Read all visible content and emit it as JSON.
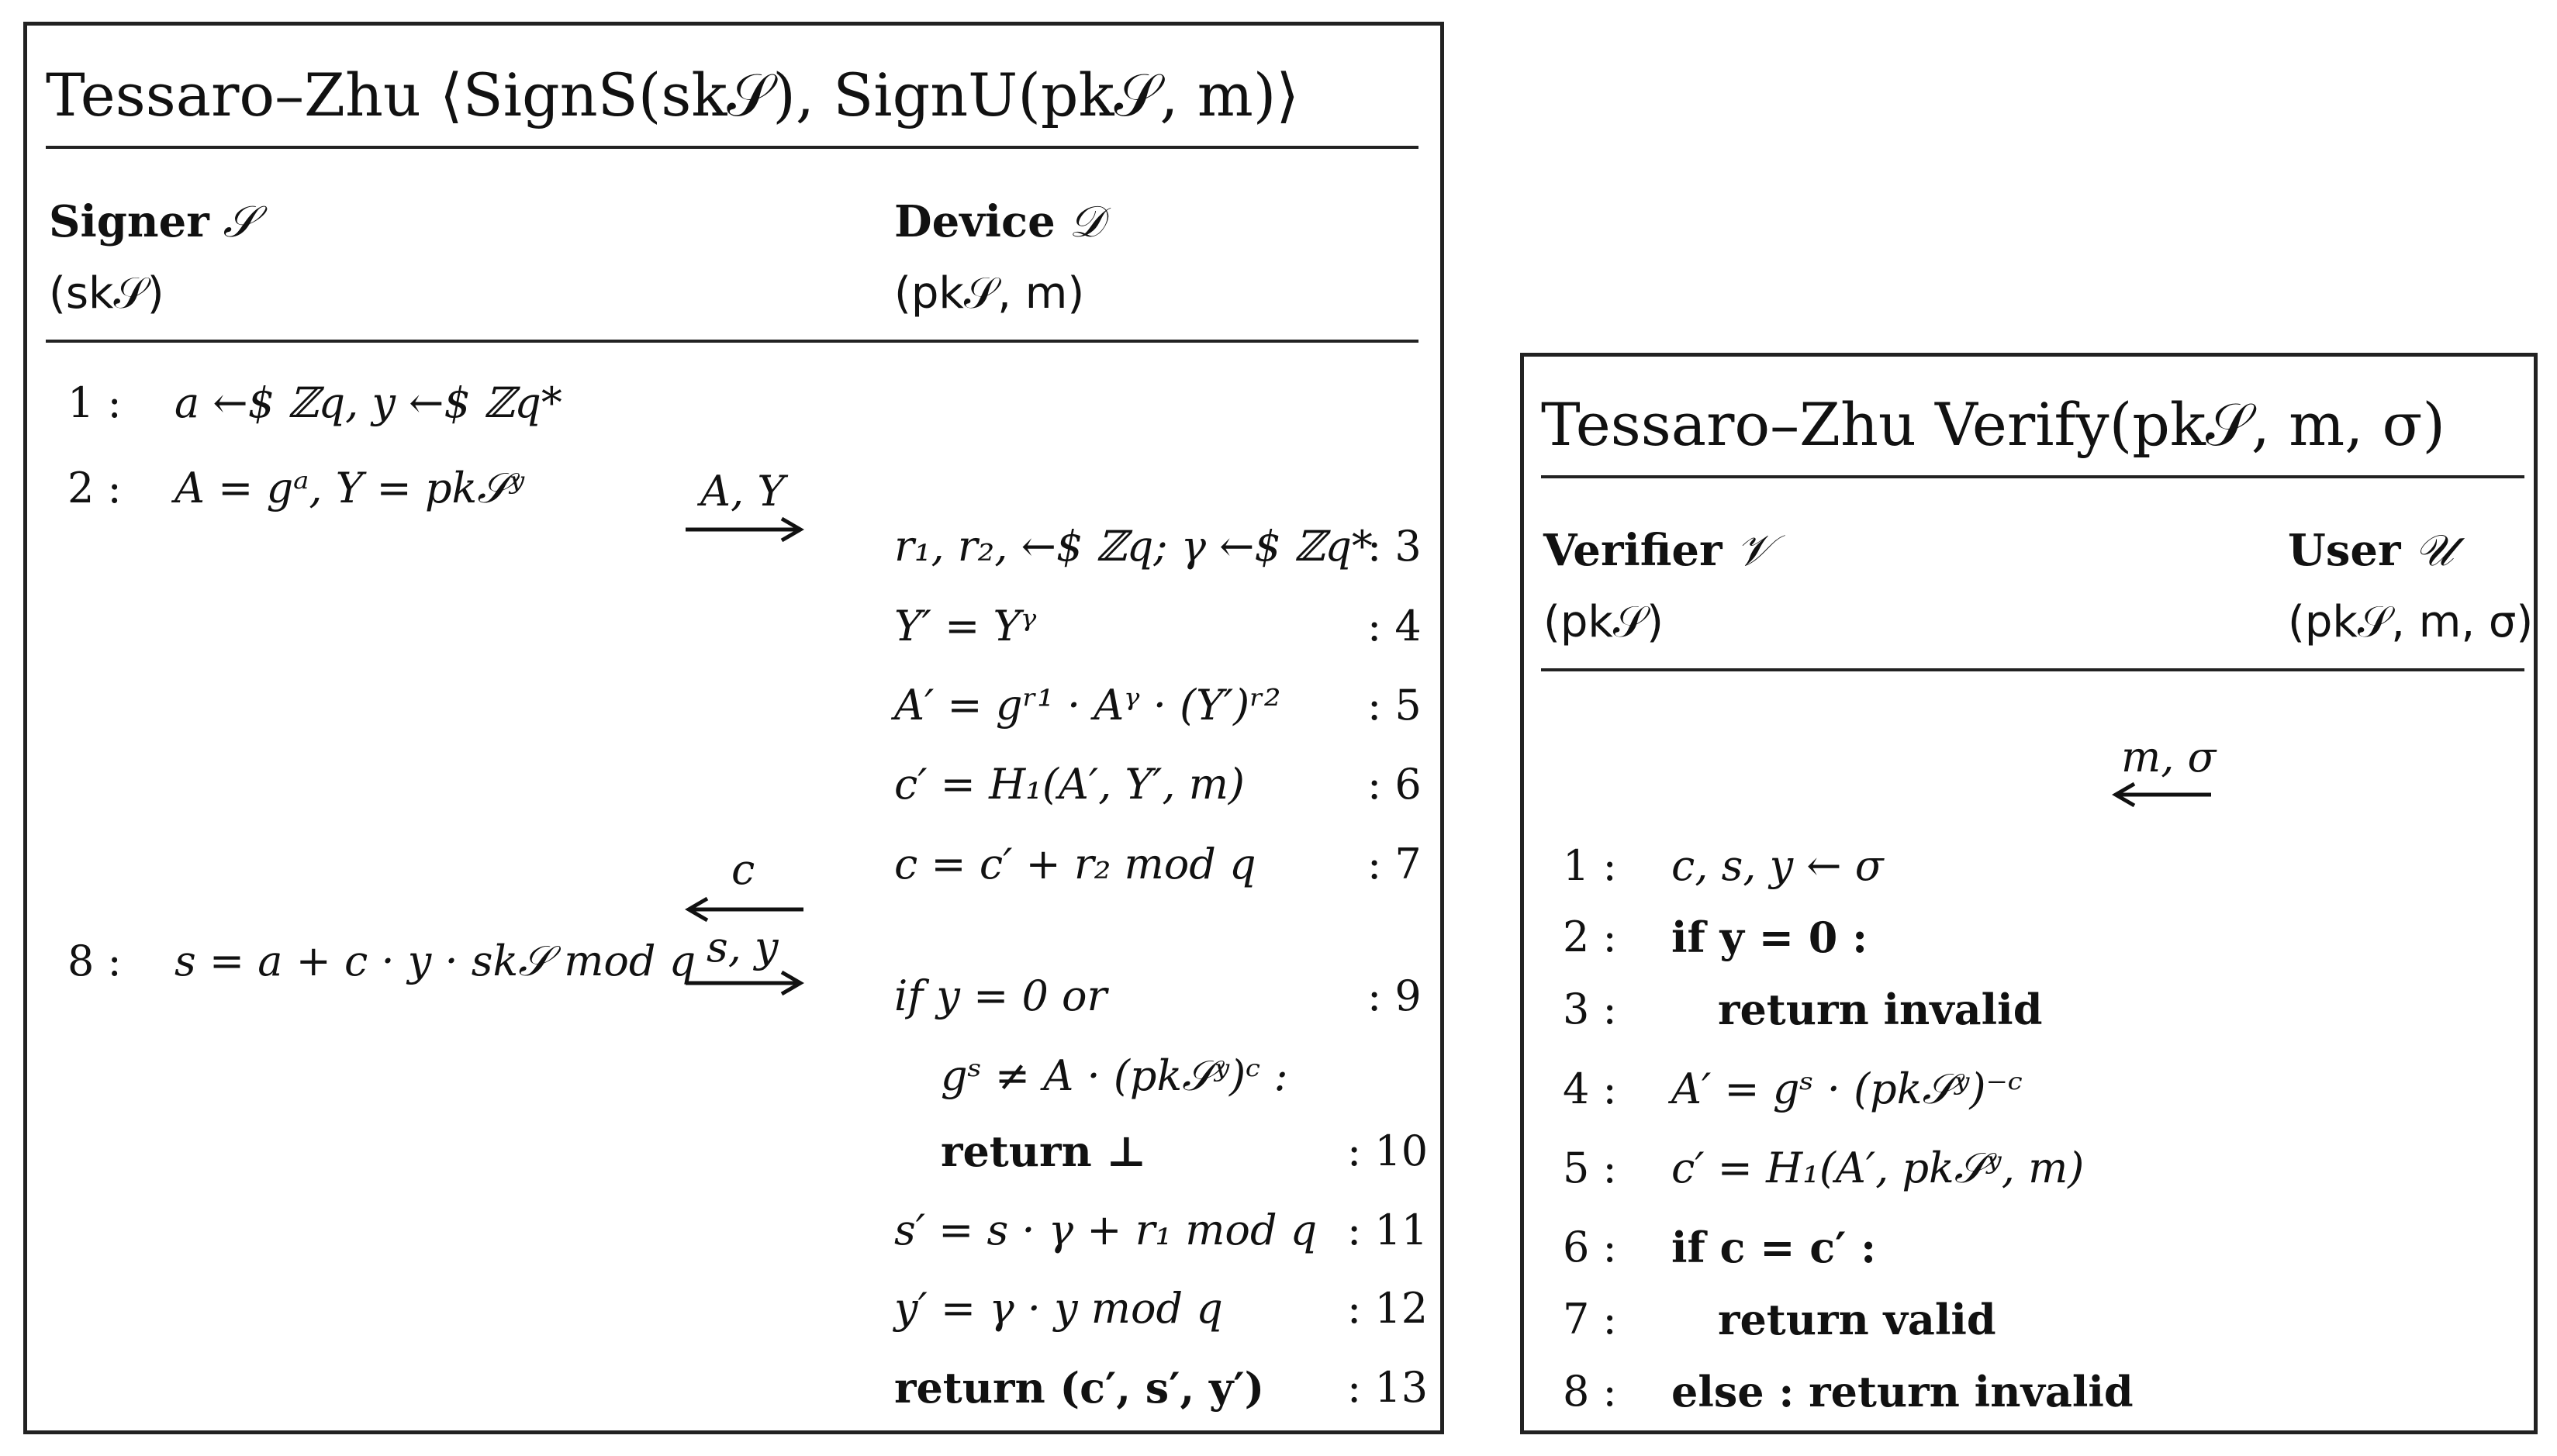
{
  "left_panel": {
    "title": "Tessaro–Zhu ⟨SignS(sk𝒮), SignU(pk𝒮, m)⟩",
    "signer_label": "Signer",
    "signer_symbol": "𝒮",
    "signer_input": "(sk𝒮)",
    "device_label": "Device",
    "device_symbol": "𝒟",
    "device_input": "(pk𝒮, m)",
    "signer_steps": [
      {
        "num": "1 :",
        "text": "a ←$ ℤq, y ←$ ℤq*"
      },
      {
        "num": "2 :",
        "text": "A = gᵃ, Y = pk𝒮ʸ"
      },
      {
        "num": "8 :",
        "text": "s = a + c · y · sk𝒮 mod q"
      }
    ],
    "messages": [
      {
        "label": "A, Y",
        "direction": "right"
      },
      {
        "label": "c",
        "direction": "left"
      },
      {
        "label": "s, y",
        "direction": "right"
      }
    ],
    "device_steps": [
      {
        "text": "r₁, r₂, ←$ ℤq; γ ←$ ℤq*",
        "num": ": 3"
      },
      {
        "text": "Y′ = Yᵞ",
        "num": ": 4"
      },
      {
        "text": "A′ = gʳ¹ · Aᵞ · (Y′)ʳ²",
        "num": ": 5"
      },
      {
        "text": "c′ = H₁(A′, Y′, m)",
        "num": ": 6"
      },
      {
        "text": "c = c′ + r₂ mod q",
        "num": ": 7"
      },
      {
        "text": "if y = 0 or",
        "num": ": 9"
      },
      {
        "text": "gˢ ≠ A · (pk𝒮ʸ)ᶜ :",
        "num": ""
      },
      {
        "text": "return ⊥",
        "num": ": 10"
      },
      {
        "text": "s′ = s · γ + r₁ mod q",
        "num": ": 11"
      },
      {
        "text": "y′ = γ · y mod q",
        "num": ": 12"
      },
      {
        "text": "return (c′, s′, y′)",
        "num": ": 13"
      }
    ]
  },
  "right_panel": {
    "title": "Tessaro–Zhu Verify(pk𝒮, m, σ)",
    "verifier_label": "Verifier",
    "verifier_symbol": "𝒱",
    "verifier_input": "(pk𝒮)",
    "user_label": "User",
    "user_symbol": "𝒰",
    "user_input": "(pk𝒮, m, σ)",
    "message": {
      "label": "m, σ",
      "direction": "left"
    },
    "steps": [
      {
        "num": "1 :",
        "text": "c, s, y ← σ"
      },
      {
        "num": "2 :",
        "text": "if y = 0 :"
      },
      {
        "num": "3 :",
        "text": "return invalid"
      },
      {
        "num": "4 :",
        "text": "A′ = gˢ · (pk𝒮ʸ)⁻ᶜ"
      },
      {
        "num": "5 :",
        "text": "c′ = H₁(A′, pk𝒮ʸ, m)"
      },
      {
        "num": "6 :",
        "text": "if c = c′ :"
      },
      {
        "num": "7 :",
        "text": "return valid"
      },
      {
        "num": "8 :",
        "text": "else : return invalid"
      }
    ]
  }
}
